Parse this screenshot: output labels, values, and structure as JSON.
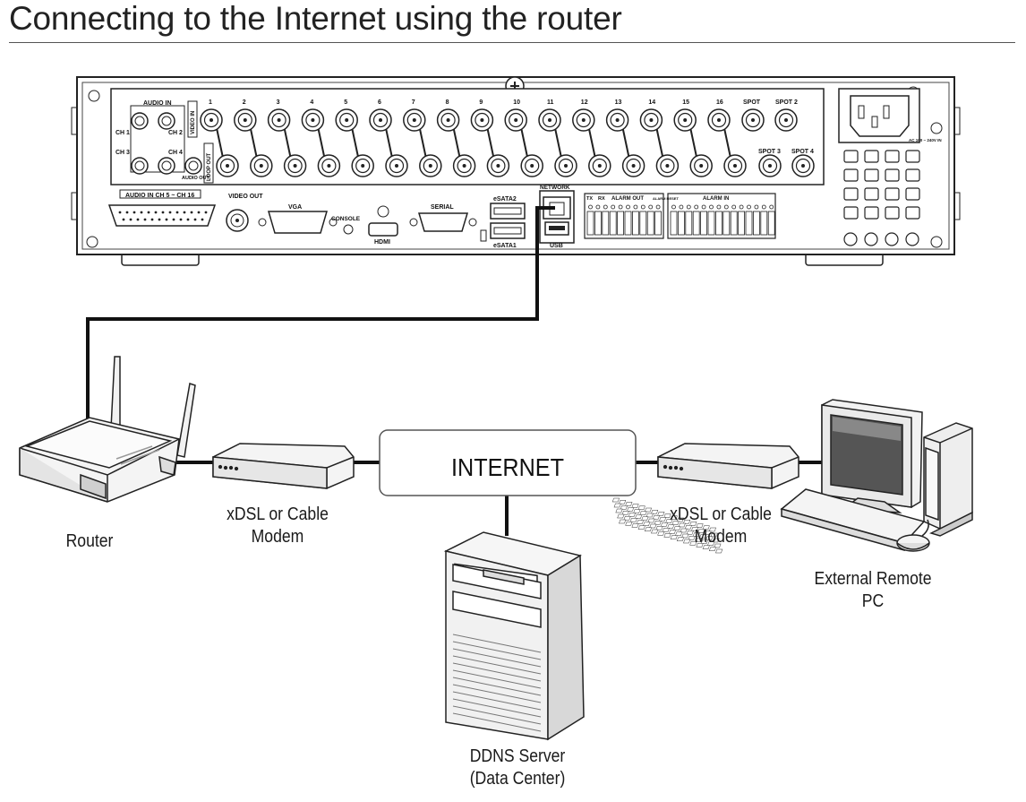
{
  "title": "Connecting to the Internet using the router",
  "internet_label": "INTERNET",
  "nodes": {
    "router": "Router",
    "modem_left": [
      "xDSL or Cable",
      "Modem"
    ],
    "modem_right": [
      "xDSL or Cable",
      "Modem"
    ],
    "remote_pc": [
      "External Remote",
      "PC"
    ],
    "ddns_server": [
      "DDNS Server",
      "(Data Center)"
    ]
  },
  "dvr_panel": {
    "audio_in": "AUDIO IN",
    "video_in": "VIDEO IN",
    "loop_out": "LOOP OUT",
    "ch1": "CH 1",
    "ch2": "CH 2",
    "ch3": "CH 3",
    "ch4": "CH 4",
    "audio_out": "AUDIO OUT",
    "channel_numbers": [
      "1",
      "2",
      "3",
      "4",
      "5",
      "6",
      "7",
      "8",
      "9",
      "10",
      "11",
      "12",
      "13",
      "14",
      "15",
      "16"
    ],
    "spot": "SPOT",
    "spot2": "SPOT 2",
    "spot3": "SPOT 3",
    "spot4": "SPOT 4",
    "audio_in_ch5_16": "AUDIO IN CH 5 ~ CH 16",
    "video_out": "VIDEO OUT",
    "vga": "VGA",
    "console": "CONSOLE",
    "hdmi": "HDMI",
    "serial": "SERIAL",
    "esata2": "eSATA2",
    "esata1": "eSATA1",
    "network": "NETWORK",
    "usb": "USB",
    "alarm_out": "ALARM OUT",
    "alarm_reset": "ALARM RESET",
    "alarm_in": "ALARM IN",
    "tx": "TX",
    "rx": "RX",
    "ac": "AC 100 ~ 240V IN"
  }
}
